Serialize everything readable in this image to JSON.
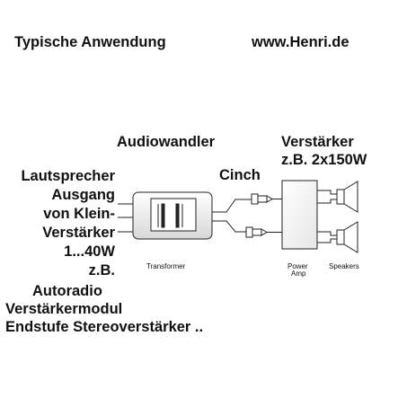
{
  "header": {
    "title": "Typische Anwendung",
    "website": "www.Henri.de"
  },
  "labels": {
    "converter": "Audiowandler",
    "amplifier_line1": "Verstärker",
    "amplifier_line2": "z.B. 2x150W",
    "cinch": "Cinch",
    "transformer": "Transformer",
    "power_amp_line1": "Power",
    "power_amp_line2": "Amp",
    "speakers": "Speakers"
  },
  "left_label": {
    "lines": [
      "Lautsprecher",
      "Ausgang",
      "von Klein-",
      "Verstärker",
      "1...40W",
      "z.B."
    ]
  },
  "bottom_text": {
    "lines": [
      "Autoradio",
      "Verstärkermodul",
      "Endstufe Stereoverstärker .."
    ]
  },
  "colors": {
    "line": "#222222",
    "box_fill_top": "#ffffff",
    "box_fill_bottom": "#d8d8d8"
  }
}
